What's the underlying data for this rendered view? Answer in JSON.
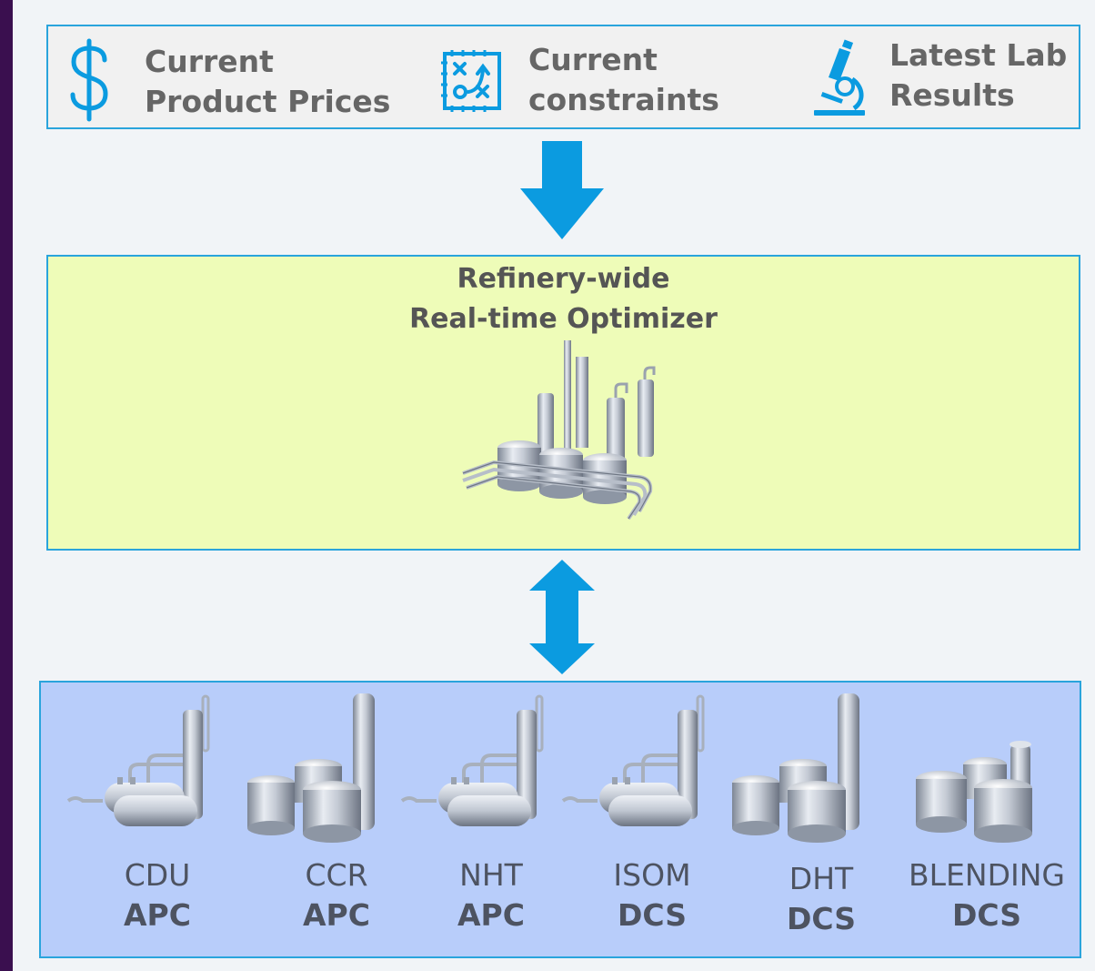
{
  "inputs": {
    "prices": {
      "line1": "Current",
      "line2": "Product Prices",
      "icon": "dollar-icon"
    },
    "constraints": {
      "line1": "Current",
      "line2": "constraints",
      "icon": "strategy-board-icon"
    },
    "lab": {
      "line1": "Latest Lab",
      "line2": "Results",
      "icon": "microscope-icon"
    }
  },
  "optimizer": {
    "title_line1": "Refinery-wide",
    "title_line2": "Real-time Optimizer",
    "icon": "refinery-plant-icon"
  },
  "units": [
    {
      "name": "CDU",
      "system": "APC",
      "icon": "distillation-unit-icon"
    },
    {
      "name": "CCR",
      "system": "APC",
      "icon": "tank-column-unit-icon"
    },
    {
      "name": "NHT",
      "system": "APC",
      "icon": "distillation-unit-icon"
    },
    {
      "name": "ISOM",
      "system": "DCS",
      "icon": "distillation-unit-icon"
    },
    {
      "name": "DHT",
      "system": "DCS",
      "icon": "tank-column-unit-icon"
    },
    {
      "name": "BLENDING",
      "system": "DCS",
      "icon": "tank-farm-icon"
    }
  ],
  "colors": {
    "accent": "#0b9be0",
    "border": "#2aa4dc",
    "optimizer_bg": "#eefcb8",
    "units_bg": "#b8cdfa",
    "frame": "#3a0f4f"
  }
}
